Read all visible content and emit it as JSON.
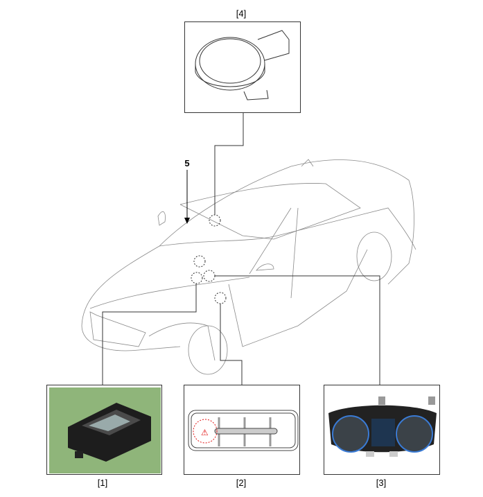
{
  "labels": {
    "part4": "[4]",
    "item5": "5",
    "part1": "[1]",
    "part2": "[2]",
    "part3": "[3]"
  },
  "icons": [
    "rain-sensor",
    "auto-light-sensor",
    "switch-panel",
    "instrument-cluster",
    "vehicle-outline"
  ],
  "colors": {
    "line": "#333333",
    "highlight": "#e01010",
    "photo_bg": "#8fb57a",
    "cluster_ring": "#3a7bd5"
  }
}
